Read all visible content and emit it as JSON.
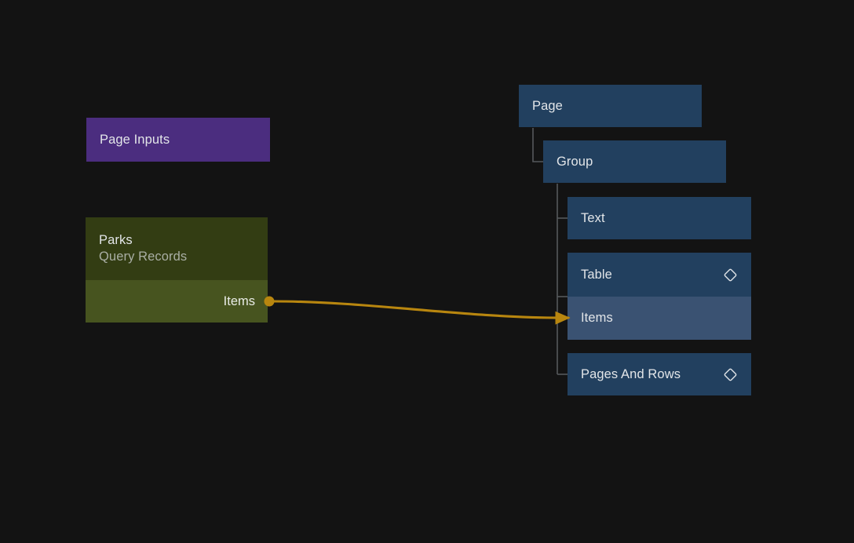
{
  "canvas": {
    "background": "#131313",
    "edge_color": "#b8860f",
    "tree_line_color": "#55595c"
  },
  "nodes": {
    "page_inputs": {
      "title": "Page Inputs",
      "color": "#4b2d7f",
      "type": "page-inputs"
    },
    "parks": {
      "title": "Parks",
      "subtitle": "Query Records",
      "output_port": "Items",
      "header_color": "#333d13",
      "body_color": "#47541f"
    },
    "page": {
      "title": "Page",
      "color": "#22405f"
    },
    "group": {
      "title": "Group",
      "color": "#22405f"
    },
    "text": {
      "title": "Text",
      "color": "#22405f"
    },
    "table": {
      "title": "Table",
      "icon": "diamond-icon",
      "input_port": "Items",
      "header_color": "#22405f",
      "port_color": "#3a5272"
    },
    "pages_and_rows": {
      "title": "Pages And Rows",
      "icon": "diamond-icon",
      "color": "#22405f"
    }
  },
  "connection": {
    "from": "parks.Items",
    "to": "table.Items",
    "color": "#b8860f"
  }
}
